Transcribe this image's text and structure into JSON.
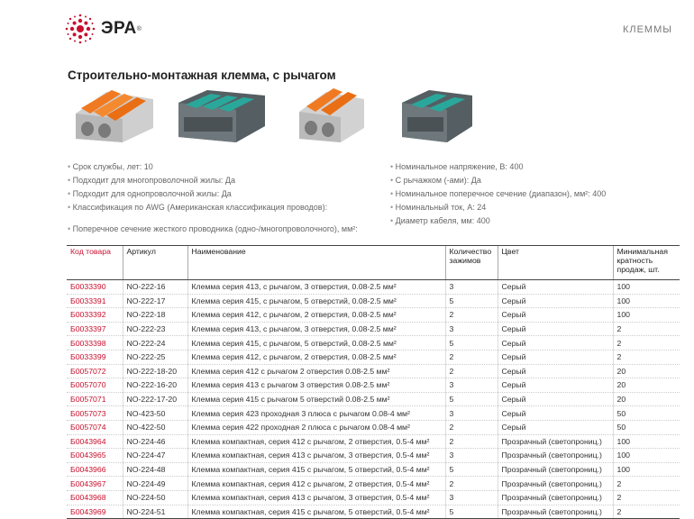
{
  "header": {
    "logo_text": "ЭРА",
    "category": "КЛЕММЫ"
  },
  "title": "Строительно-монтажная клемма, с рычагом",
  "specs_left": [
    "Срок службы, лет: 10",
    "Подходит для многопроволочной жилы: Да",
    "Подходит для однопроволочной жилы: Да",
    "Классификация по AWG (Американская классификация проводов):",
    "Поперечное сечение жесткого проводника (одно-/многопроволочного), мм²:"
  ],
  "specs_right": [
    "Номинальное напряжение, В: 400",
    "С рычажком (-ами): Да",
    "Номинальное поперечное сечение (диапазон), мм²: 400",
    "Номинальный ток, А: 24",
    "Диаметр кабеля, мм: 400"
  ],
  "table": {
    "headers": [
      "Код товара",
      "Артикул",
      "Наименование",
      "Количество зажимов",
      "Цвет",
      "Минимальная кратность продаж, шт."
    ],
    "rows": [
      [
        "Б0033390",
        "NO-222-16",
        "Клемма серия 413, с рычагом, 3 отверстия, 0.08-2.5 мм²",
        "3",
        "Серый",
        "100"
      ],
      [
        "Б0033391",
        "NO-222-17",
        "Клемма серия 415, с рычагом, 5 отверстий, 0.08-2.5 мм²",
        "5",
        "Серый",
        "100"
      ],
      [
        "Б0033392",
        "NO-222-18",
        "Клемма серия 412, с рычагом, 2 отверстия, 0.08-2.5 мм²",
        "2",
        "Серый",
        "100"
      ],
      [
        "Б0033397",
        "NO-222-23",
        "Клемма серия 413, с рычагом, 3 отверстия, 0.08-2.5 мм²",
        "3",
        "Серый",
        "2"
      ],
      [
        "Б0033398",
        "NO-222-24",
        "Клемма серия 415, с рычагом, 5 отверстий, 0.08-2.5 мм²",
        "5",
        "Серый",
        "2"
      ],
      [
        "Б0033399",
        "NO-222-25",
        "Клемма серия 412, с рычагом, 2 отверстия, 0.08-2.5 мм²",
        "2",
        "Серый",
        "2"
      ],
      [
        "Б0057072",
        "NO-222-18-20",
        "Клемма серия 412 с рычагом 2 отверстия 0.08-2.5 мм²",
        "2",
        "Серый",
        "20"
      ],
      [
        "Б0057070",
        "NO-222-16-20",
        "Клемма серия 413 с рычагом 3 отверстия 0.08-2.5 мм²",
        "3",
        "Серый",
        "20"
      ],
      [
        "Б0057071",
        "NO-222-17-20",
        "Клемма серия 415 с рычагом 5 отверстий 0.08-2.5 мм²",
        "5",
        "Серый",
        "20"
      ],
      [
        "Б0057073",
        "NO-423-50",
        "Клемма серия 423 проходная 3 плюса с рычагом 0.08-4 мм²",
        "3",
        "Серый",
        "50"
      ],
      [
        "Б0057074",
        "NO-422-50",
        "Клемма серия 422 проходная 2 плюса с рычагом 0.08-4 мм²",
        "2",
        "Серый",
        "50"
      ],
      [
        "Б0043964",
        "NO-224-46",
        "Клемма компактная, серия 412 с рычагом, 2 отверстия, 0.5-4 мм²",
        "2",
        "Прозрачный (светопрониц.)",
        "100"
      ],
      [
        "Б0043965",
        "NO-224-47",
        "Клемма компактная, серия 413 с рычагом, 3 отверстия, 0.5-4 мм²",
        "3",
        "Прозрачный (светопрониц.)",
        "100"
      ],
      [
        "Б0043966",
        "NO-224-48",
        "Клемма компактная, серия 415 с рычагом, 5 отверстий, 0.5-4 мм²",
        "5",
        "Прозрачный (светопрониц.)",
        "100"
      ],
      [
        "Б0043967",
        "NO-224-49",
        "Клемма компактная, серия 412 с рычагом, 2 отверстия, 0.5-4 мм²",
        "2",
        "Прозрачный (светопрониц.)",
        "2"
      ],
      [
        "Б0043968",
        "NO-224-50",
        "Клемма компактная, серия 413 с рычагом, 3 отверстия, 0.5-4 мм²",
        "3",
        "Прозрачный (светопрониц.)",
        "2"
      ],
      [
        "Б0043969",
        "NO-224-51",
        "Клемма компактная, серия 415 с рычагом, 5 отверстий, 0.5-4 мм²",
        "5",
        "Прозрачный (светопрониц.)",
        "2"
      ]
    ]
  },
  "colors": {
    "brand_red": "#c8102e",
    "lever_orange": "#f07a22",
    "lever_teal": "#2aa79b"
  }
}
